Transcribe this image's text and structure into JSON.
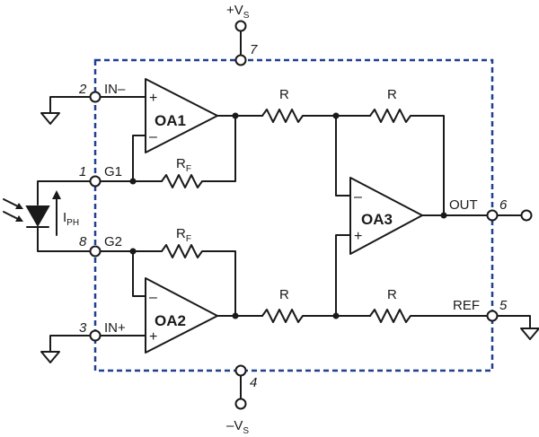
{
  "supplies": {
    "positive": "+V",
    "negative": "–V",
    "subscript": "S"
  },
  "pins": {
    "p1": "1",
    "p2": "2",
    "p3": "3",
    "p4": "4",
    "p5": "5",
    "p6": "6",
    "p7": "7",
    "p8": "8"
  },
  "labels": {
    "in_minus": "IN–",
    "in_plus": "IN+",
    "g1": "G1",
    "g2": "G2",
    "out": "OUT",
    "ref": "REF",
    "r": "R",
    "rf_main": "R",
    "rf_sub": "F",
    "iph_main": "I",
    "iph_sub": "PH",
    "plus": "+",
    "minus": "–"
  },
  "amplifiers": {
    "oa1": "OA1",
    "oa2": "OA2",
    "oa3": "OA3"
  },
  "colors": {
    "package_outline": "#1f3f8f",
    "wires": "#1a1a1a"
  }
}
